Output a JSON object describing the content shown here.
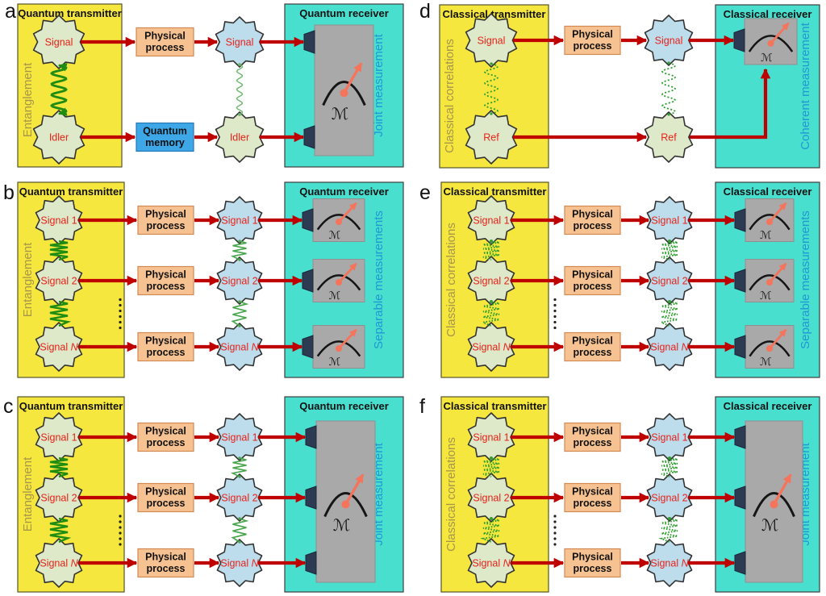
{
  "symbols": {
    "meter": "ℳ"
  },
  "colors": {
    "transmitter_bg": "#f6e73e",
    "transmitter_border": "#55552a",
    "receiver_bg": "#48dfcf",
    "receiver_border": "#3d3d3d",
    "process_bg": "#f7c291",
    "process_border": "#d38a52",
    "memory_bg": "#3ea7e8",
    "memory_border": "#2679b5",
    "source_node_fill": "#dde9c8",
    "mid_node_fill_blue": "#bddcec",
    "node_border": "#333333",
    "node_text": "#e8221a",
    "arrow_red": "#bf0000",
    "entangle_green": "#1f8c12",
    "mid_spring_green": "#4aa64d",
    "classical_green": "#2e9e2e",
    "thin_spring_green": "#6cb86c",
    "tx_side_text": "#a6954b",
    "rx_side_text": "#2097d3",
    "device_gray": "#a9a9a9",
    "device_border": "#8f8f8f",
    "detector_navy": "#2c3a52",
    "meter_salmon": "#f4745c",
    "meter_arc": "#151515",
    "ellipsis_dots": "#222222"
  },
  "panels": [
    {
      "id": "a",
      "label": "a",
      "transmitter": {
        "title": "Quantum transmitter",
        "side_label": "Entanglement"
      },
      "receiver": {
        "title": "Quantum receiver",
        "side_label": "Joint measurement",
        "type": "joint"
      },
      "rows": [
        {
          "source": "Signal",
          "box": "Physical process",
          "box_type": "process",
          "mid": "Signal",
          "mid_color": "blue"
        },
        {
          "source": "Idler",
          "box": "Quantum memory",
          "box_type": "memory",
          "mid": "Idler",
          "mid_color": "green"
        }
      ]
    },
    {
      "id": "b",
      "label": "b",
      "transmitter": {
        "title": "Quantum transmitter",
        "side_label": "Entanglement"
      },
      "receiver": {
        "title": "Quantum receiver",
        "side_label": "Separable measurements",
        "type": "separable"
      },
      "rows": [
        {
          "source": "Signal 1",
          "box": "Physical process",
          "box_type": "process",
          "mid": "Signal 1",
          "mid_color": "blue"
        },
        {
          "source": "Signal 2",
          "box": "Physical process",
          "box_type": "process",
          "mid": "Signal 2",
          "mid_color": "blue"
        },
        {
          "source": "Signal N",
          "box": "Physical process",
          "box_type": "process",
          "mid": "Signal N",
          "mid_color": "blue"
        }
      ]
    },
    {
      "id": "c",
      "label": "c",
      "transmitter": {
        "title": "Quantum transmitter",
        "side_label": "Entanglement"
      },
      "receiver": {
        "title": "Quantum receiver",
        "side_label": "Joint measurement",
        "type": "joint3"
      },
      "rows": [
        {
          "source": "Signal 1",
          "box": "Physical process",
          "box_type": "process",
          "mid": "Signal 1",
          "mid_color": "blue"
        },
        {
          "source": "Signal 2",
          "box": "Physical process",
          "box_type": "process",
          "mid": "Signal 2",
          "mid_color": "blue"
        },
        {
          "source": "Signal N",
          "box": "Physical process",
          "box_type": "process",
          "mid": "Signal N",
          "mid_color": "blue"
        }
      ]
    },
    {
      "id": "d",
      "label": "d",
      "transmitter": {
        "title": "Classical transmitter",
        "side_label": "Classical correlations"
      },
      "receiver": {
        "title": "Classical receiver",
        "side_label": "Coherent measurement",
        "type": "coherent"
      },
      "rows": [
        {
          "source": "Signal",
          "box": "Physical process",
          "box_type": "process",
          "mid": "Signal",
          "mid_color": "blue"
        },
        {
          "source": "Ref",
          "box": null,
          "box_type": null,
          "mid": "Ref",
          "mid_color": "green"
        }
      ]
    },
    {
      "id": "e",
      "label": "e",
      "transmitter": {
        "title": "Classical transmitter",
        "side_label": "Classical correlations"
      },
      "receiver": {
        "title": "Classical receiver",
        "side_label": "Separable measurements",
        "type": "separable"
      },
      "rows": [
        {
          "source": "Signal 1",
          "box": "Physical process",
          "box_type": "process",
          "mid": "Signal 1",
          "mid_color": "blue"
        },
        {
          "source": "Signal 2",
          "box": "Physical process",
          "box_type": "process",
          "mid": "Signal 2",
          "mid_color": "blue"
        },
        {
          "source": "Signal N",
          "box": "Physical process",
          "box_type": "process",
          "mid": "Signal N",
          "mid_color": "blue"
        }
      ]
    },
    {
      "id": "f",
      "label": "f",
      "transmitter": {
        "title": "Classical transmitter",
        "side_label": "Classical correlations"
      },
      "receiver": {
        "title": "Classical receiver",
        "side_label": "Joint measurement",
        "type": "joint3"
      },
      "rows": [
        {
          "source": "Signal 1",
          "box": "Physical process",
          "box_type": "process",
          "mid": "Signal 1",
          "mid_color": "blue"
        },
        {
          "source": "Signal 2",
          "box": "Physical process",
          "box_type": "process",
          "mid": "Signal 2",
          "mid_color": "blue"
        },
        {
          "source": "Signal N",
          "box": "Physical process",
          "box_type": "process",
          "mid": "Signal N",
          "mid_color": "blue"
        }
      ]
    }
  ]
}
